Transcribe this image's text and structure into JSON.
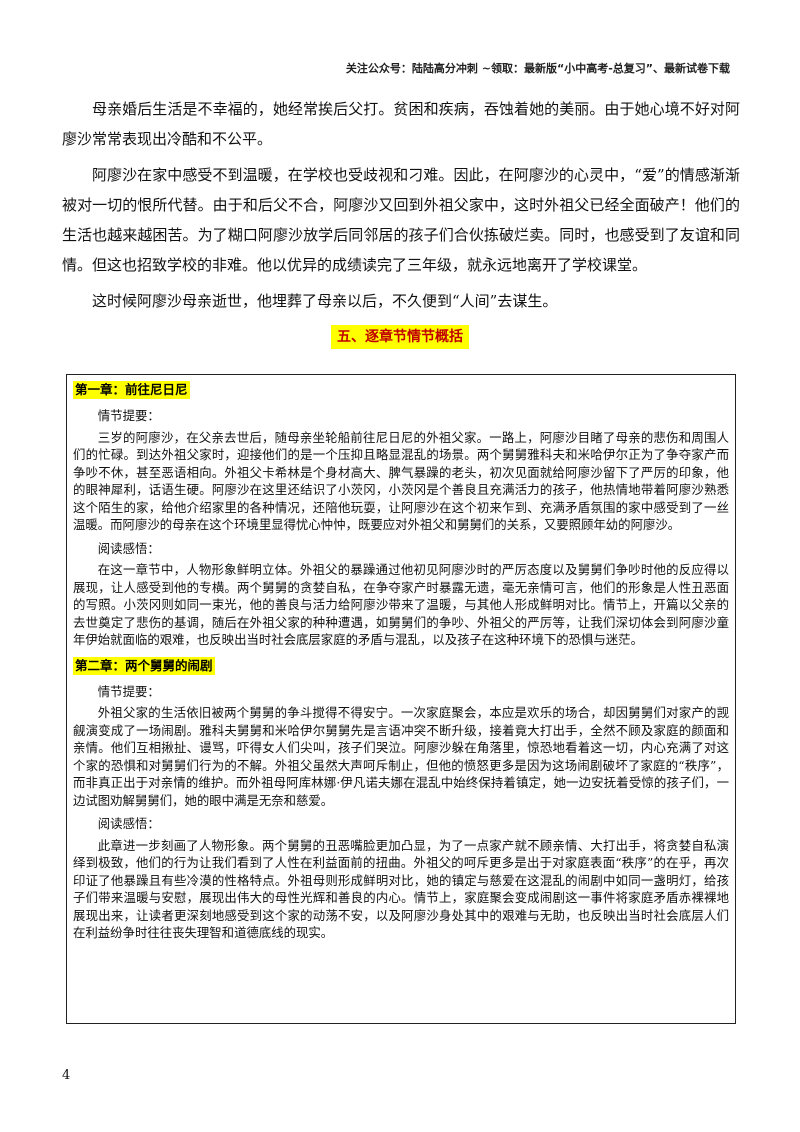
{
  "header": {
    "text": "关注公众号：陆陆高分冲刺 ~领取：最新版“小中高考-总复习”、最新试卷下载"
  },
  "intro": {
    "paragraphs": [
      "母亲婚后生活是不幸福的，她经常挨后父打。贫困和疾病，吞蚀着她的美丽。由于她心境不好对阿廖沙常常表现出冷酷和不公平。",
      "阿廖沙在家中感受不到温暖，在学校也受歧视和刁难。因此，在阿廖沙的心灵中，“爱”的情感渐渐被对一切的恨所代替。由于和后父不合，阿廖沙又回到外祖父家中，这时外祖父已经全面破产！他们的生活也越来越困苦。为了糊口阿廖沙放学后同邻居的孩子们合伙拣破烂卖。同时，也感受到了友谊和同情。但这也招致学校的非难。他以优异的成绩读完了三年级，就永远地离开了学校课堂。",
      "这时候阿廖沙母亲逝世，他埋葬了母亲以后，不久便到“人间”去谋生。"
    ]
  },
  "section": {
    "title": "五、逐章节情节概括"
  },
  "chapters": [
    {
      "title": "第一章：前往尼日尼",
      "plot_label": "情节提要：",
      "plot": "三岁的阿廖沙，在父亲去世后，随母亲坐轮船前往尼日尼的外祖父家。一路上，阿廖沙目睹了母亲的悲伤和周围人们的忙碌。到达外祖父家时，迎接他们的是一个压抑且略显混乱的场景。两个舅舅雅科夫和米哈伊尔正为了争夺家产而争吵不休，甚至恶语相向。外祖父卡希林是个身材高大、脾气暴躁的老头，初次见面就给阿廖沙留下了严厉的印象，他的眼神犀利，话语生硬。阿廖沙在这里还结识了小茨冈，小茨冈是个善良且充满活力的孩子，他热情地带着阿廖沙熟悉这个陌生的家，给他介绍家里的各种情况，还陪他玩耍，让阿廖沙在这个初来乍到、充满矛盾氛围的家中感受到了一丝温暖。而阿廖沙的母亲在这个环境里显得忧心忡忡，既要应对外祖父和舅舅们的关系，又要照顾年幼的阿廖沙。",
      "review_label": "阅读感悟：",
      "review": "在这一章节中，人物形象鲜明立体。外祖父的暴躁通过他初见阿廖沙时的严厉态度以及舅舅们争吵时他的反应得以展现，让人感受到他的专横。两个舅舅的贪婪自私，在争夺家产时暴露无遗，毫无亲情可言，他们的形象是人性丑恶面的写照。小茨冈则如同一束光，他的善良与活力给阿廖沙带来了温暖，与其他人形成鲜明对比。情节上，开篇以父亲的去世奠定了悲伤的基调，随后在外祖父家的种种遭遇，如舅舅们的争吵、外祖父的严厉等，让我们深切体会到阿廖沙童年伊始就面临的艰难，也反映出当时社会底层家庭的矛盾与混乱，以及孩子在这种环境下的恐惧与迷茫。"
    },
    {
      "title": "第二章：两个舅舅的闹剧",
      "plot_label": "情节提要：",
      "plot": "外祖父家的生活依旧被两个舅舅的争斗搅得不得安宁。一次家庭聚会，本应是欢乐的场合，却因舅舅们对家产的觊觎演变成了一场闹剧。雅科夫舅舅和米哈伊尔舅舅先是言语冲突不断升级，接着竟大打出手，全然不顾及家庭的颜面和亲情。他们互相揪扯、谩骂，吓得女人们尖叫，孩子们哭泣。阿廖沙躲在角落里，惊恐地看着这一切，内心充满了对这个家的恐惧和对舅舅们行为的不解。外祖父虽然大声呵斥制止，但他的愤怒更多是因为这场闹剧破坏了家庭的“秩序”，而非真正出于对亲情的维护。而外祖母阿库林娜·伊凡诺夫娜在混乱中始终保持着镇定，她一边安抚着受惊的孩子们，一边试图劝解舅舅们，她的眼中满是无奈和慈爱。",
      "review_label": "阅读感悟：",
      "review": "此章进一步刻画了人物形象。两个舅舅的丑恶嘴脸更加凸显，为了一点家产就不顾亲情、大打出手，将贪婪自私演绎到极致，他们的行为让我们看到了人性在利益面前的扭曲。外祖父的呵斥更多是出于对家庭表面“秩序”的在乎，再次印证了他暴躁且有些冷漠的性格特点。外祖母则形成鲜明对比，她的镇定与慈爱在这混乱的闹剧中如同一盏明灯，给孩子们带来温暖与安慰，展现出伟大的母性光辉和善良的内心。情节上，家庭聚会变成闹剧这一事件将家庭矛盾赤裸裸地展现出来，让读者更深刻地感受到这个家的动荡不安，以及阿廖沙身处其中的艰难与无助，也反映出当时社会底层人们在利益纷争时往往丧失理智和道德底线的现实。"
    }
  ],
  "page_number": "4"
}
